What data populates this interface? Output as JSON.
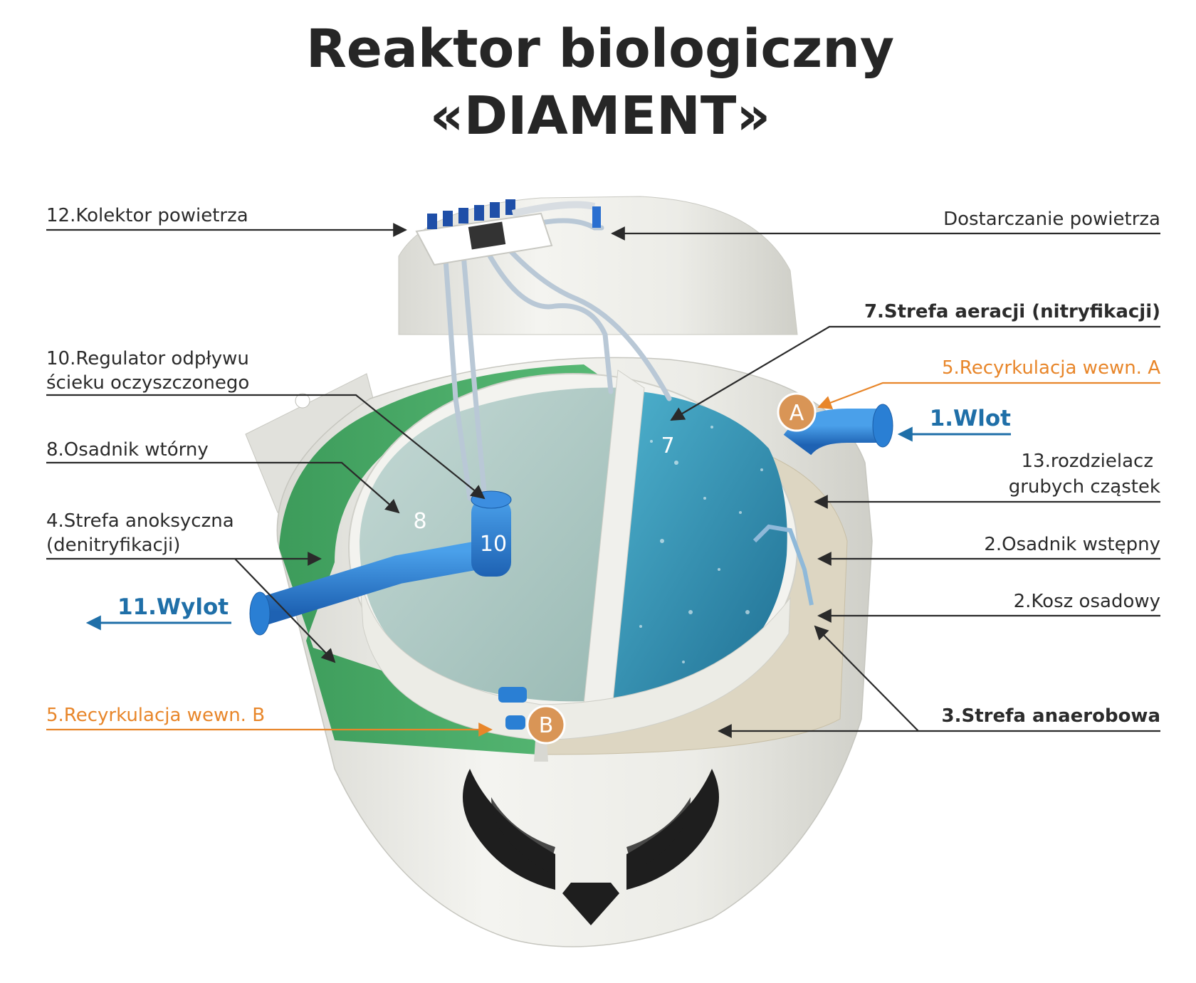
{
  "title": {
    "line1": "Reaktor biologiczny",
    "line2": "«DIAMENT»"
  },
  "labels": {
    "kolektor": "12.Kolektor powietrza",
    "dostarczanie": "Dostarczanie powietrza",
    "strefa_aeracji": "7.Strefa aeracji (nitryfikacji)",
    "recyrkulacja_a": "5.Recyrkulacja wewn. A",
    "wlot": "1.Wlot",
    "rozdzielacz_1": "13.rozdzielacz",
    "rozdzielacz_2": "grubych cząstek",
    "osadnik_wstepny": "2.Osadnik wstępny",
    "kosz_osadowy": "2.Kosz osadowy",
    "strefa_anaerobowa": "3.Strefa anaerobowa",
    "regulator_1": "10.Regulator odpływu",
    "regulator_2": "ścieku oczyszczonego",
    "osadnik_wtorny": "8.Osadnik wtórny",
    "strefa_anoksyczna_1": "4.Strefa anoksyczna",
    "strefa_anoksyczna_2": "(denitryfikacji)",
    "wylot": "11.Wylot",
    "recyrkulacja_b": "5.Recyrkulacja wewn. B"
  },
  "markers": {
    "zone_7": "7",
    "zone_8": "8",
    "zone_10": "10",
    "badge_a": "A",
    "badge_b": "B"
  },
  "colors": {
    "title": "#262626",
    "text": "#2b2b2b",
    "orange": "#e8862a",
    "blue_label": "#1f6fa8",
    "tank_shell": "#ebebe6",
    "green_zone": "#3aa35a",
    "water_aeration": "#2e8fb0",
    "pipe_blue": "#2a7fd4",
    "badge": "#d99556"
  },
  "icons": {
    "logo": "winged-diamond-logo",
    "arrow": "leader-arrow"
  }
}
